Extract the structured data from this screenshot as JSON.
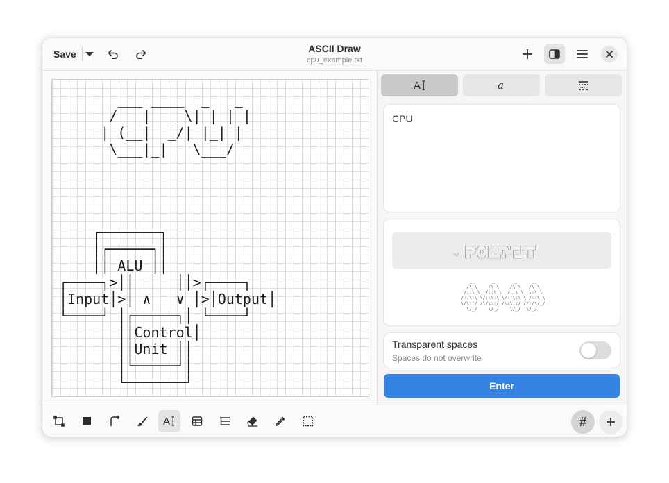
{
  "header": {
    "save_label": "Save",
    "title": "ASCII Draw",
    "filename": "cpu_example.txt",
    "icons": [
      "chevron-down-icon",
      "undo-icon",
      "redo-icon",
      "plus-icon",
      "sidebar-icon",
      "menu-icon",
      "close-icon"
    ]
  },
  "canvas": {
    "ascii_art": "       ___  ____  _   _ \n      / __||  _ \\| | | |\n     | (__ |  _/ | |_| |\n      \\___||_|    \\___/ \n\n\n    ┌───────┐\n    │┌─────┐│\n    ││ ALU ││\n┌───┐>││     ││>┌────┐\n│Input│> ∧   ∨ >│Output│\n└───┘ │┌─────┐│ └────┘\n      ││Control│\n      ││Unit ││\n      │└─────┘│\n      └───────┘"
  },
  "sidebar": {
    "tabs": [
      {
        "name": "text-tool-tab",
        "icon": "text-cursor-icon"
      },
      {
        "name": "font-tab",
        "icon": "italic-a-icon"
      },
      {
        "name": "line-style-tab",
        "icon": "dashed-lines-icon"
      }
    ],
    "text_value": "CPU",
    "font_preview_1": " ___ ____  _ _ ___  ___ _____\n| _ \\/  \\| | | _ \\| __|_   _|\n|  _/ () | |_| |  _| _|  | |  \n|_|  \\__/|____|_|  |___| |_|  ",
    "font_preview_2": "    __      __      __     __\n   /\\ \\    /\\ \\    /\\ \\   /\\ \\\n  /::\\ \\  /::\\ \\  /::\\ \\  \\:\\ \\\n /::\\:\\_\\/::\\:\\_\\/::\\:\\_\\ /::\\_\\\n \\/\\::/ /\\/\\::/ /\\/\\::/ //:/\\/_/\n   \\/_/    \\/_/    \\/_/  \\/_/  ",
    "scroll_hint": "</",
    "transparent_title": "Transparent spaces",
    "transparent_sub": "Spaces do not overwrite",
    "transparent_on": false,
    "enter_label": "Enter"
  },
  "toolbar": {
    "tools": [
      "rectangle-icon",
      "filled-rectangle-icon",
      "line-icon",
      "brush-icon",
      "text-icon",
      "table-icon",
      "tree-icon",
      "eraser-icon",
      "picker-icon",
      "select-icon"
    ],
    "active_tool": "text-icon",
    "grid_label": "#"
  },
  "colors": {
    "accent": "#3584e4",
    "window_bg": "#fafafa"
  }
}
